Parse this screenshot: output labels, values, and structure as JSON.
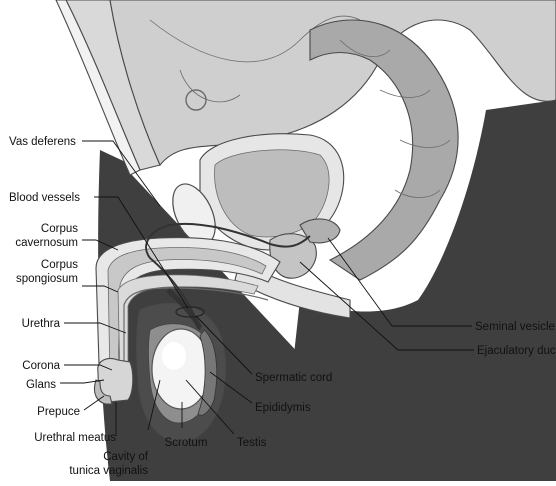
{
  "labels": {
    "vas_deferens": "Vas deferens",
    "blood_vessels": "Blood vessels",
    "corpus_cavernosum_1": "Corpus",
    "corpus_cavernosum_2": "cavernosum",
    "corpus_spongiosum_1": "Corpus",
    "corpus_spongiosum_2": "spongiosum",
    "urethra": "Urethra",
    "corona": "Corona",
    "glans": "Glans",
    "prepuce": "Prepuce",
    "urethral_meatus": "Urethral meatus",
    "cavity_1": "Cavity of",
    "cavity_2": "tunica vaginalis",
    "scrotum": "Scrotum",
    "testis": "Testis",
    "epididymis": "Epididymis",
    "spermatic_cord": "Spermatic cord",
    "seminal_vesicle": "Seminal vesicle",
    "ejaculatory_duct": "Ejaculatory duct"
  },
  "colors": {
    "body_silhouette": "#3f3f3f",
    "tissue_light": "#e6e6e6",
    "tissue_mid": "#bdbdbd",
    "tissue_dark": "#8c8c8c",
    "outline": "#4a4a4a",
    "text": "#111111"
  }
}
